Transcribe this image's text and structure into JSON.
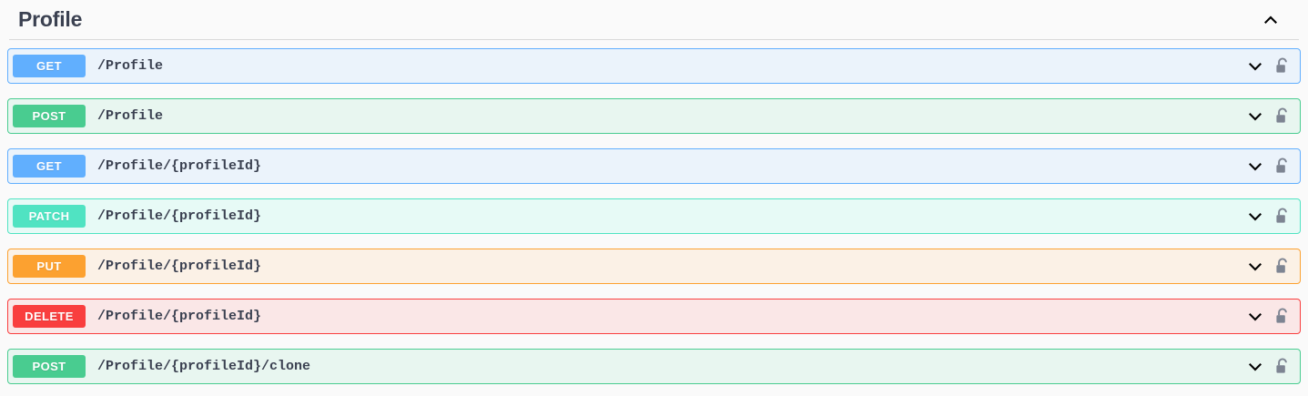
{
  "tag": {
    "title": "Profile",
    "collapse_icon": "chevron-up-icon",
    "expanded": true
  },
  "operations": [
    {
      "method": "GET",
      "path": "/Profile",
      "theme": "get",
      "expand_icon": "chevron-down-icon",
      "auth_icon": "unlocked-padlock-icon"
    },
    {
      "method": "POST",
      "path": "/Profile",
      "theme": "post",
      "expand_icon": "chevron-down-icon",
      "auth_icon": "unlocked-padlock-icon"
    },
    {
      "method": "GET",
      "path": "/Profile/{profileId}",
      "theme": "get",
      "expand_icon": "chevron-down-icon",
      "auth_icon": "unlocked-padlock-icon"
    },
    {
      "method": "PATCH",
      "path": "/Profile/{profileId}",
      "theme": "patch",
      "expand_icon": "chevron-down-icon",
      "auth_icon": "unlocked-padlock-icon"
    },
    {
      "method": "PUT",
      "path": "/Profile/{profileId}",
      "theme": "put",
      "expand_icon": "chevron-down-icon",
      "auth_icon": "unlocked-padlock-icon"
    },
    {
      "method": "DELETE",
      "path": "/Profile/{profileId}",
      "theme": "delete",
      "expand_icon": "chevron-down-icon",
      "auth_icon": "unlocked-padlock-icon"
    },
    {
      "method": "POST",
      "path": "/Profile/{profileId}/clone",
      "theme": "post",
      "expand_icon": "chevron-down-icon",
      "auth_icon": "unlocked-padlock-icon"
    }
  ],
  "colors": {
    "page_background": "#fafafa",
    "title_text": "#3b4151",
    "divider": "#d9d9d9",
    "get": "#61affe",
    "post": "#49cc90",
    "patch": "#50e3c2",
    "put": "#fca130",
    "delete": "#f93e3e",
    "lock": "#7d8492"
  }
}
